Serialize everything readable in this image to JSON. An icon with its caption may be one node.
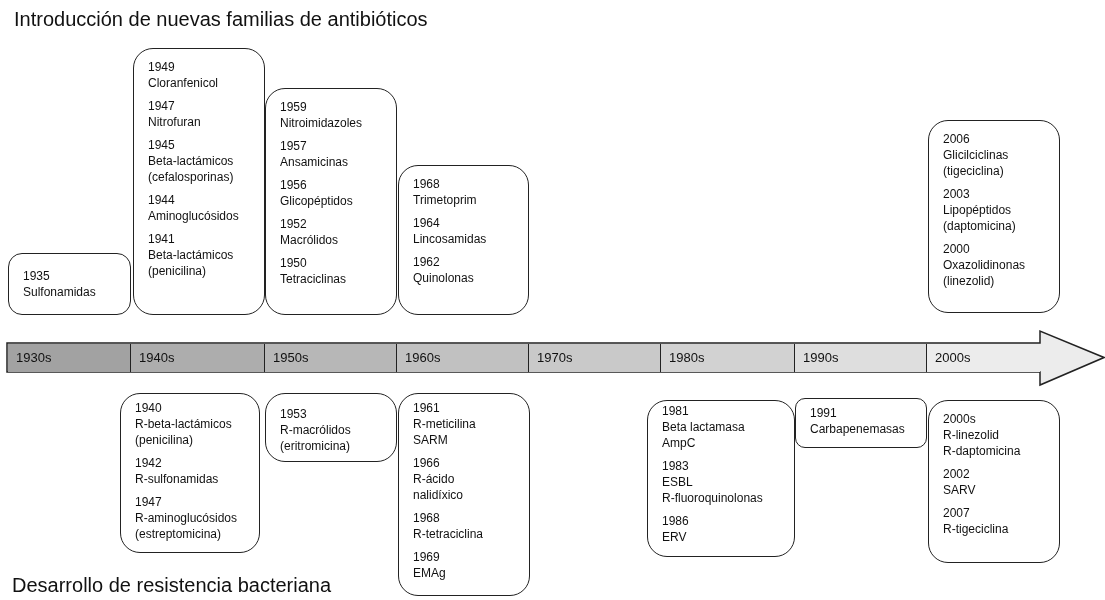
{
  "diagram": {
    "title": "Introducción de nuevas familias de antibióticos",
    "caption": "Desarrollo de resistencia bacteriana",
    "nodes": [
      {
        "text": [
          "1935",
          "Sulfonamidas"
        ]
      },
      {
        "text": [
          "1949",
          "Cloranfenicol",
          "1947",
          "Nitrofuran",
          "1945",
          "Beta-lactámicos (cefalosporinas)",
          "1944",
          "Aminoglucósidos",
          "1941",
          "Beta-lactámicos (penicilina)"
        ]
      },
      {
        "text": [
          "1959",
          "Nitroimidazoles",
          "1957",
          "Ansamicinas",
          "1956",
          "Glicopéptidos",
          "1952",
          "Macrólidos",
          "1950",
          "Tetraciclinas"
        ]
      },
      {
        "text": [
          "1968",
          "Trimetoprim",
          "1964",
          "Lincosamidas",
          "1962",
          "Quinolonas"
        ]
      },
      {
        "text": [
          "2006",
          "Glicilciclinas (tigeciclina)",
          "2003",
          "Lipopéptidos (daptomicina)",
          "2000",
          "Oxazolidinonas (linezolid)"
        ]
      },
      {
        "text": [
          "1930s"
        ]
      },
      {
        "text": [
          "1940s"
        ]
      },
      {
        "text": [
          "1950s"
        ]
      },
      {
        "text": [
          "1960s"
        ]
      },
      {
        "text": [
          "1970s"
        ]
      },
      {
        "text": [
          "1980s"
        ]
      },
      {
        "text": [
          "1990s"
        ]
      },
      {
        "text": [
          "2000s"
        ]
      },
      {
        "text": [
          "1940",
          "R-beta-lactámicos (penicilina)",
          "1942",
          "R-sulfonamidas",
          "1947",
          "R-aminoglucósidos (estreptomicina)"
        ]
      },
      {
        "text": [
          "1953",
          "R-macrólidos (eritromicina)"
        ]
      },
      {
        "text": [
          "1961",
          "R-meticilina",
          "SARM",
          "1966",
          "R-ácido nalidíxico",
          "1968",
          "R-tetraciclina",
          "1969",
          "EMAg"
        ]
      },
      {
        "text": [
          "1981",
          "Beta lactamasa",
          "AmpC",
          "1983",
          "ESBL",
          "R-fluoroquinolonas",
          "1986",
          "ERV"
        ]
      },
      {
        "text": [
          "1991",
          "Carbapenemasas"
        ]
      },
      {
        "text": [
          "2000s",
          "R-linezolid",
          "R-daptomicina",
          "2002",
          "SARV",
          "2007",
          "R-tigeciclina"
        ]
      }
    ]
  }
}
